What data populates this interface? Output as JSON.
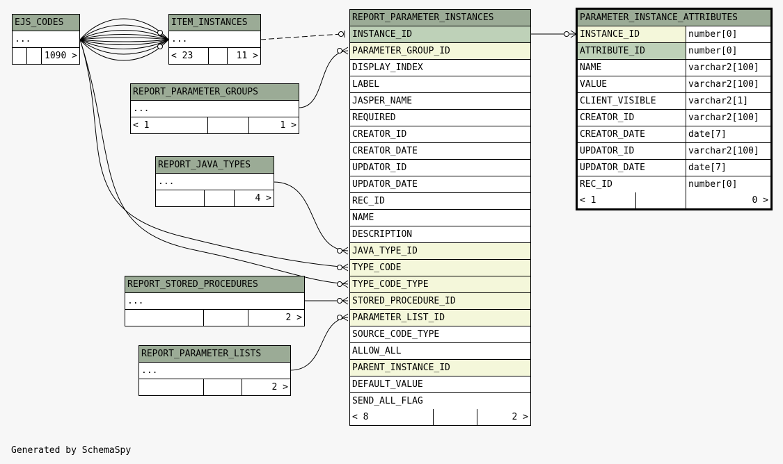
{
  "colors": {
    "background": "#f7f7f7",
    "title": "#9bab96",
    "primary_key": "#bed1b8",
    "foreign_key": "#f4f7da",
    "line": "#000000"
  },
  "tables": {
    "ejs_codes": {
      "name": "EJS_CODES",
      "body": "...",
      "foot_left": "",
      "foot_mid": "",
      "foot_right": "1090 >"
    },
    "item_instances": {
      "name": "ITEM_INSTANCES",
      "body": "...",
      "foot_left": "< 23",
      "foot_mid": "",
      "foot_right": "11 >"
    },
    "report_parameter_groups": {
      "name": "REPORT_PARAMETER_GROUPS",
      "body": "...",
      "foot_left": "< 1",
      "foot_mid": "",
      "foot_right": "1 >"
    },
    "report_java_types": {
      "name": "REPORT_JAVA_TYPES",
      "body": "...",
      "foot_left": "",
      "foot_mid": "",
      "foot_right": "4 >"
    },
    "report_stored_procedures": {
      "name": "REPORT_STORED_PROCEDURES",
      "body": "...",
      "foot_left": "",
      "foot_mid": "",
      "foot_right": "2 >"
    },
    "report_parameter_lists": {
      "name": "REPORT_PARAMETER_LISTS",
      "body": "...",
      "foot_left": "",
      "foot_mid": "",
      "foot_right": "2 >"
    },
    "report_parameter_instances": {
      "name": "REPORT_PARAMETER_INSTANCES",
      "columns": [
        {
          "name": "INSTANCE_ID",
          "kind": "pk"
        },
        {
          "name": "PARAMETER_GROUP_ID",
          "kind": "fk"
        },
        {
          "name": "DISPLAY_INDEX",
          "kind": ""
        },
        {
          "name": "LABEL",
          "kind": ""
        },
        {
          "name": "JASPER_NAME",
          "kind": ""
        },
        {
          "name": "REQUIRED",
          "kind": ""
        },
        {
          "name": "CREATOR_ID",
          "kind": ""
        },
        {
          "name": "CREATOR_DATE",
          "kind": ""
        },
        {
          "name": "UPDATOR_ID",
          "kind": ""
        },
        {
          "name": "UPDATOR_DATE",
          "kind": ""
        },
        {
          "name": "REC_ID",
          "kind": ""
        },
        {
          "name": "NAME",
          "kind": ""
        },
        {
          "name": "DESCRIPTION",
          "kind": ""
        },
        {
          "name": "JAVA_TYPE_ID",
          "kind": "fk"
        },
        {
          "name": "TYPE_CODE",
          "kind": "fk"
        },
        {
          "name": "TYPE_CODE_TYPE",
          "kind": "fk"
        },
        {
          "name": "STORED_PROCEDURE_ID",
          "kind": "fk"
        },
        {
          "name": "PARAMETER_LIST_ID",
          "kind": "fk"
        },
        {
          "name": "SOURCE_CODE_TYPE",
          "kind": ""
        },
        {
          "name": "ALLOW_ALL",
          "kind": ""
        },
        {
          "name": "PARENT_INSTANCE_ID",
          "kind": "fk"
        },
        {
          "name": "DEFAULT_VALUE",
          "kind": ""
        },
        {
          "name": "SEND_ALL_FLAG",
          "kind": ""
        }
      ],
      "foot_left": "< 8",
      "foot_mid": "",
      "foot_right": "2 >"
    },
    "parameter_instance_attributes": {
      "name": "PARAMETER_INSTANCE_ATTRIBUTES",
      "columns": [
        {
          "name": "INSTANCE_ID",
          "type": "number[0]",
          "kind": "fk"
        },
        {
          "name": "ATTRIBUTE_ID",
          "type": "number[0]",
          "kind": "pk"
        },
        {
          "name": "NAME",
          "type": "varchar2[100]",
          "kind": ""
        },
        {
          "name": "VALUE",
          "type": "varchar2[100]",
          "kind": ""
        },
        {
          "name": "CLIENT_VISIBLE",
          "type": "varchar2[1]",
          "kind": ""
        },
        {
          "name": "CREATOR_ID",
          "type": "varchar2[100]",
          "kind": ""
        },
        {
          "name": "CREATOR_DATE",
          "type": "date[7]",
          "kind": ""
        },
        {
          "name": "UPDATOR_ID",
          "type": "varchar2[100]",
          "kind": ""
        },
        {
          "name": "UPDATOR_DATE",
          "type": "date[7]",
          "kind": ""
        },
        {
          "name": "REC_ID",
          "type": "number[0]",
          "kind": ""
        }
      ],
      "foot_left": "< 1",
      "foot_mid": "",
      "foot_right": "0 >"
    }
  },
  "credit": "Generated by SchemaSpy"
}
